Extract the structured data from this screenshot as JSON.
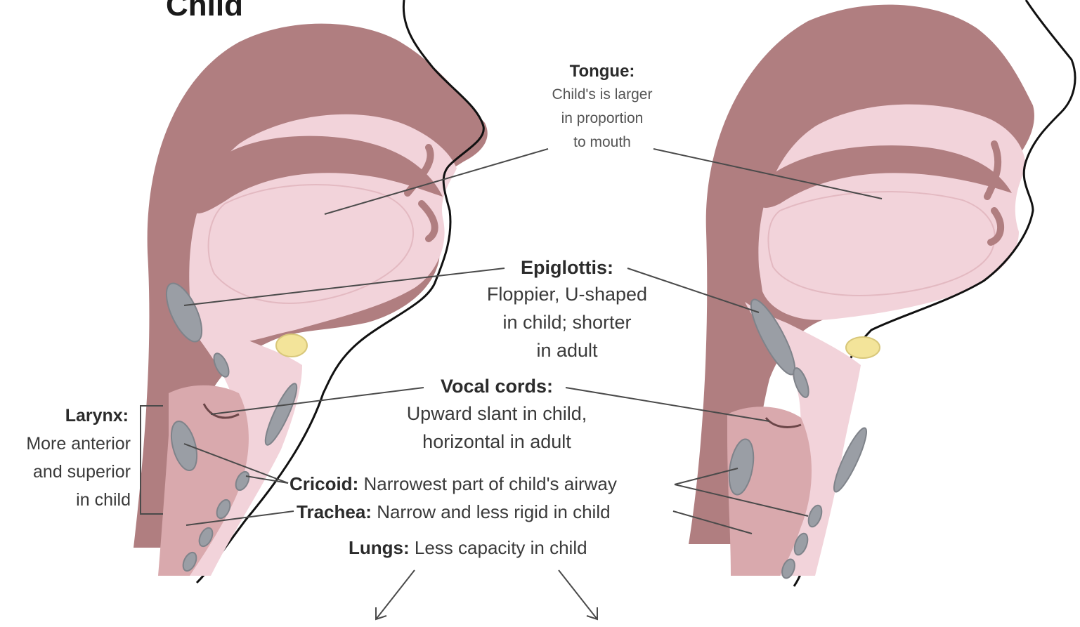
{
  "panels": {
    "child_title": "Child",
    "adult_title": ""
  },
  "labels": {
    "tongue": {
      "title": "Tongue:",
      "lines": [
        "Child's is larger",
        "in proportion",
        "to mouth"
      ]
    },
    "epiglottis": {
      "title": "Epiglottis:",
      "lines": [
        "Floppier, U-shaped",
        "in child; shorter",
        "in adult"
      ]
    },
    "vocal_cords": {
      "title": "Vocal cords:",
      "lines": [
        "Upward slant in child,",
        "horizontal in adult"
      ]
    },
    "larynx": {
      "title": "Larynx:",
      "lines": [
        "More anterior",
        "and superior",
        "in child"
      ]
    },
    "cricoid": {
      "title": "Cricoid:",
      "text": "Narrowest part of child's airway"
    },
    "trachea": {
      "title": "Trachea:",
      "text": "Narrow and less rigid in child"
    },
    "lungs": {
      "title": "Lungs:",
      "text": "Less capacity in child"
    }
  },
  "colors": {
    "tissue_dark": "#b07e80",
    "tissue_light": "#f2d3da",
    "tissue_mid": "#d9a9ad",
    "cartilage": "#9a9ea5",
    "hyoid": "#f3e49a",
    "outline": "#111111",
    "leader": "#4a4a4a"
  }
}
